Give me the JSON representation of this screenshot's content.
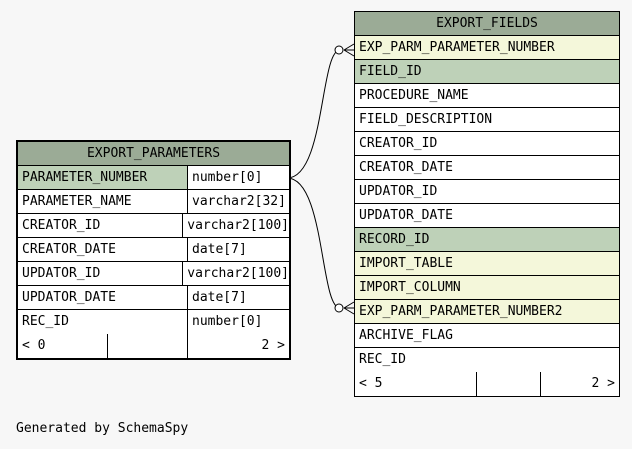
{
  "diagram": {
    "footer": "Generated by SchemaSpy",
    "export_parameters": {
      "title": "EXPORT_PARAMETERS",
      "columns": [
        {
          "name": "PARAMETER_NUMBER",
          "type": "number[0]",
          "role": "pk"
        },
        {
          "name": "PARAMETER_NAME",
          "type": "varchar2[32]",
          "role": "plain"
        },
        {
          "name": "CREATOR_ID",
          "type": "varchar2[100]",
          "role": "plain"
        },
        {
          "name": "CREATOR_DATE",
          "type": "date[7]",
          "role": "plain"
        },
        {
          "name": "UPDATOR_ID",
          "type": "varchar2[100]",
          "role": "plain"
        },
        {
          "name": "UPDATOR_DATE",
          "type": "date[7]",
          "role": "plain"
        },
        {
          "name": "REC_ID",
          "type": "number[0]",
          "role": "plain"
        }
      ],
      "footer_left": "< 0",
      "footer_right": "2 >"
    },
    "export_fields": {
      "title": "EXPORT_FIELDS",
      "columns": [
        {
          "name": "EXP_PARM_PARAMETER_NUMBER",
          "role": "fk"
        },
        {
          "name": "FIELD_ID",
          "role": "pk"
        },
        {
          "name": "PROCEDURE_NAME",
          "role": "plain"
        },
        {
          "name": "FIELD_DESCRIPTION",
          "role": "plain"
        },
        {
          "name": "CREATOR_ID",
          "role": "plain"
        },
        {
          "name": "CREATOR_DATE",
          "role": "plain"
        },
        {
          "name": "UPDATOR_ID",
          "role": "plain"
        },
        {
          "name": "UPDATOR_DATE",
          "role": "plain"
        },
        {
          "name": "RECORD_ID",
          "role": "pk"
        },
        {
          "name": "IMPORT_TABLE",
          "role": "fk"
        },
        {
          "name": "IMPORT_COLUMN",
          "role": "fk"
        },
        {
          "name": "EXP_PARM_PARAMETER_NUMBER2",
          "role": "fk"
        },
        {
          "name": "ARCHIVE_FLAG",
          "role": "plain"
        },
        {
          "name": "REC_ID",
          "role": "plain"
        }
      ],
      "footer_left": "< 5",
      "footer_right": "2 >"
    },
    "colors": {
      "header": "#9bab96",
      "primary_key": "#bed1b8",
      "foreign_key": "#f4f7da",
      "background": "#f7f7f7"
    }
  }
}
